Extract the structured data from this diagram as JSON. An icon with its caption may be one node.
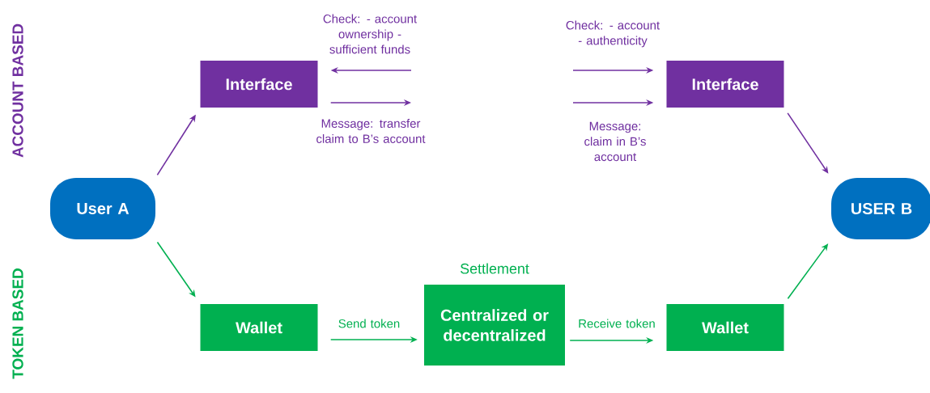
{
  "diagram": {
    "nodes": [
      {
        "text": [
          "User A"
        ]
      },
      {
        "text": [
          "Interface"
        ]
      },
      {
        "text": [
          "Interface"
        ]
      },
      {
        "text": [
          "USER B"
        ]
      },
      {
        "text": [
          "Wallet"
        ]
      },
      {
        "text": [
          "Settlement",
          "Centralized or decentralized"
        ]
      },
      {
        "text": [
          "Wallet"
        ]
      }
    ],
    "edges": [
      {
        "from": 0,
        "to": 1,
        "arrow": "to"
      },
      {
        "from": null,
        "to": 1,
        "arrow": "to",
        "label": "Check: - account ownership - sufficient funds"
      },
      {
        "from": 1,
        "to": null,
        "arrow": "to",
        "label": "Message: transfer claim to B’s account"
      },
      {
        "from": null,
        "to": 2,
        "arrow": "to",
        "label": "Check: - account - authenticity"
      },
      {
        "from": null,
        "to": 2,
        "arrow": "to",
        "label": "Message: claim in B’s account"
      },
      {
        "from": 2,
        "to": 3,
        "arrow": "to"
      },
      {
        "from": 0,
        "to": 4,
        "arrow": "to",
        "color": "#00b050"
      },
      {
        "from": 4,
        "to": 5,
        "arrow": "to",
        "label": "Send token",
        "color": "#00b050"
      },
      {
        "from": 5,
        "to": 6,
        "arrow": "to",
        "label": "Receive token",
        "color": "#00b050"
      },
      {
        "from": 6,
        "to": 3,
        "arrow": "to",
        "color": "#00b050"
      }
    ],
    "labels": [
      "ACCOUNT BASED",
      "TOKEN BASED"
    ]
  }
}
